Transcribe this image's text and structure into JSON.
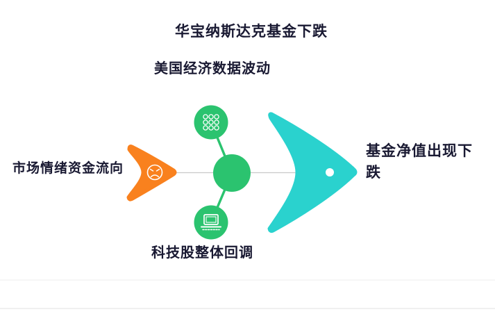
{
  "title": "华宝纳斯达克基金下跌",
  "diagram": {
    "type": "fishbone-cause-effect",
    "causes": {
      "top": "美国经济数据波动",
      "left": "市场情绪资金流向",
      "bottom": "科技股整体回调"
    },
    "effect": "基金净值出现下跌",
    "icons": {
      "left_node": "angry-face-icon",
      "top_node": "keypad-icon",
      "bottom_node": "laptop-icon",
      "effect_node": "fish-eye-dot"
    }
  },
  "colors": {
    "orange": "#F9811E",
    "green": "#2BC36F",
    "teal": "#2AD2CE",
    "text": "#191932",
    "spine": "#c9c9c9",
    "white": "#ffffff"
  }
}
